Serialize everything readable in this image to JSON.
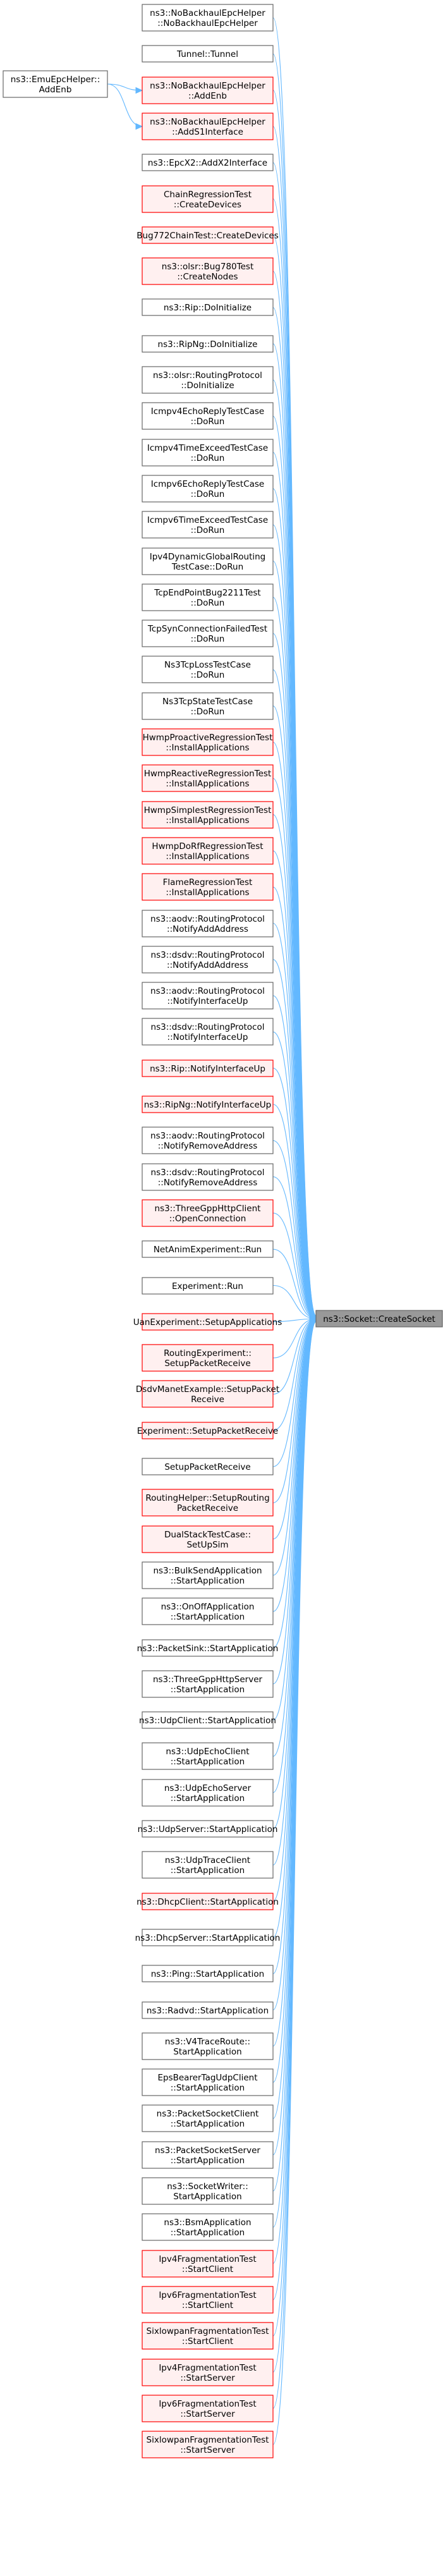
{
  "colors": {
    "edge": "#63b8ff",
    "border_normal": "#666666",
    "border_red": "#ff0000",
    "fill_normal": "#ffffff",
    "fill_red": "#fff0f0",
    "focus_fill": "#999999",
    "focus_border": "#666666",
    "text": "#000000"
  },
  "focus_node": {
    "lines": [
      "ns3::Socket::CreateSocket"
    ],
    "style": "focus",
    "icon": "node-box"
  },
  "side_node": {
    "lines": [
      "ns3::EmuEpcHelper::",
      "AddEnb"
    ],
    "style": "normal"
  },
  "callers": [
    {
      "lines": [
        "ns3::NoBackhaulEpcHelper",
        "::NoBackhaulEpcHelper"
      ],
      "style": "normal"
    },
    {
      "lines": [
        "Tunnel::Tunnel"
      ],
      "style": "normal"
    },
    {
      "lines": [
        "ns3::NoBackhaulEpcHelper",
        "::AddEnb"
      ],
      "style": "red"
    },
    {
      "lines": [
        "ns3::NoBackhaulEpcHelper",
        "::AddS1Interface"
      ],
      "style": "red"
    },
    {
      "lines": [
        "ns3::EpcX2::AddX2Interface"
      ],
      "style": "normal"
    },
    {
      "lines": [
        "ChainRegressionTest",
        "::CreateDevices"
      ],
      "style": "red"
    },
    {
      "lines": [
        "Bug772ChainTest::CreateDevices"
      ],
      "style": "red"
    },
    {
      "lines": [
        "ns3::olsr::Bug780Test",
        "::CreateNodes"
      ],
      "style": "red"
    },
    {
      "lines": [
        "ns3::Rip::DoInitialize"
      ],
      "style": "normal"
    },
    {
      "lines": [
        "ns3::RipNg::DoInitialize"
      ],
      "style": "normal"
    },
    {
      "lines": [
        "ns3::olsr::RoutingProtocol",
        "::DoInitialize"
      ],
      "style": "normal"
    },
    {
      "lines": [
        "Icmpv4EchoReplyTestCase",
        "::DoRun"
      ],
      "style": "normal"
    },
    {
      "lines": [
        "Icmpv4TimeExceedTestCase",
        "::DoRun"
      ],
      "style": "normal"
    },
    {
      "lines": [
        "Icmpv6EchoReplyTestCase",
        "::DoRun"
      ],
      "style": "normal"
    },
    {
      "lines": [
        "Icmpv6TimeExceedTestCase",
        "::DoRun"
      ],
      "style": "normal"
    },
    {
      "lines": [
        "Ipv4DynamicGlobalRouting",
        "TestCase::DoRun"
      ],
      "style": "normal"
    },
    {
      "lines": [
        "TcpEndPointBug2211Test",
        "::DoRun"
      ],
      "style": "normal"
    },
    {
      "lines": [
        "TcpSynConnectionFailedTest",
        "::DoRun"
      ],
      "style": "normal"
    },
    {
      "lines": [
        "Ns3TcpLossTestCase",
        "::DoRun"
      ],
      "style": "normal"
    },
    {
      "lines": [
        "Ns3TcpStateTestCase",
        "::DoRun"
      ],
      "style": "normal"
    },
    {
      "lines": [
        "HwmpProactiveRegressionTest",
        "::InstallApplications"
      ],
      "style": "red"
    },
    {
      "lines": [
        "HwmpReactiveRegressionTest",
        "::InstallApplications"
      ],
      "style": "red"
    },
    {
      "lines": [
        "HwmpSimplestRegressionTest",
        "::InstallApplications"
      ],
      "style": "red"
    },
    {
      "lines": [
        "HwmpDoRfRegressionTest",
        "::InstallApplications"
      ],
      "style": "red"
    },
    {
      "lines": [
        "FlameRegressionTest",
        "::InstallApplications"
      ],
      "style": "red"
    },
    {
      "lines": [
        "ns3::aodv::RoutingProtocol",
        "::NotifyAddAddress"
      ],
      "style": "normal"
    },
    {
      "lines": [
        "ns3::dsdv::RoutingProtocol",
        "::NotifyAddAddress"
      ],
      "style": "normal"
    },
    {
      "lines": [
        "ns3::aodv::RoutingProtocol",
        "::NotifyInterfaceUp"
      ],
      "style": "normal"
    },
    {
      "lines": [
        "ns3::dsdv::RoutingProtocol",
        "::NotifyInterfaceUp"
      ],
      "style": "normal"
    },
    {
      "lines": [
        "ns3::Rip::NotifyInterfaceUp"
      ],
      "style": "red"
    },
    {
      "lines": [
        "ns3::RipNg::NotifyInterfaceUp"
      ],
      "style": "red"
    },
    {
      "lines": [
        "ns3::aodv::RoutingProtocol",
        "::NotifyRemoveAddress"
      ],
      "style": "normal"
    },
    {
      "lines": [
        "ns3::dsdv::RoutingProtocol",
        "::NotifyRemoveAddress"
      ],
      "style": "normal"
    },
    {
      "lines": [
        "ns3::ThreeGppHttpClient",
        "::OpenConnection"
      ],
      "style": "red"
    },
    {
      "lines": [
        "NetAnimExperiment::Run"
      ],
      "style": "normal"
    },
    {
      "lines": [
        "Experiment::Run"
      ],
      "style": "normal"
    },
    {
      "lines": [
        "UanExperiment::SetupApplications"
      ],
      "style": "red"
    },
    {
      "lines": [
        "RoutingExperiment::",
        "SetupPacketReceive"
      ],
      "style": "red"
    },
    {
      "lines": [
        "DsdvManetExample::SetupPacket",
        "Receive"
      ],
      "style": "red"
    },
    {
      "lines": [
        "Experiment::SetupPacketReceive"
      ],
      "style": "red"
    },
    {
      "lines": [
        "SetupPacketReceive"
      ],
      "style": "normal"
    },
    {
      "lines": [
        "RoutingHelper::SetupRouting",
        "PacketReceive"
      ],
      "style": "red"
    },
    {
      "lines": [
        "DualStackTestCase::",
        "SetUpSim"
      ],
      "style": "red"
    },
    {
      "lines": [
        "ns3::BulkSendApplication",
        "::StartApplication"
      ],
      "style": "normal"
    },
    {
      "lines": [
        "ns3::OnOffApplication",
        "::StartApplication"
      ],
      "style": "normal"
    },
    {
      "lines": [
        "ns3::PacketSink::StartApplication"
      ],
      "style": "normal"
    },
    {
      "lines": [
        "ns3::ThreeGppHttpServer",
        "::StartApplication"
      ],
      "style": "normal"
    },
    {
      "lines": [
        "ns3::UdpClient::StartApplication"
      ],
      "style": "normal"
    },
    {
      "lines": [
        "ns3::UdpEchoClient",
        "::StartApplication"
      ],
      "style": "normal"
    },
    {
      "lines": [
        "ns3::UdpEchoServer",
        "::StartApplication"
      ],
      "style": "normal"
    },
    {
      "lines": [
        "ns3::UdpServer::StartApplication"
      ],
      "style": "normal"
    },
    {
      "lines": [
        "ns3::UdpTraceClient",
        "::StartApplication"
      ],
      "style": "normal"
    },
    {
      "lines": [
        "ns3::DhcpClient::StartApplication"
      ],
      "style": "red"
    },
    {
      "lines": [
        "ns3::DhcpServer::StartApplication"
      ],
      "style": "normal"
    },
    {
      "lines": [
        "ns3::Ping::StartApplication"
      ],
      "style": "normal"
    },
    {
      "lines": [
        "ns3::Radvd::StartApplication"
      ],
      "style": "normal"
    },
    {
      "lines": [
        "ns3::V4TraceRoute::",
        "StartApplication"
      ],
      "style": "normal"
    },
    {
      "lines": [
        "EpsBearerTagUdpClient",
        "::StartApplication"
      ],
      "style": "normal"
    },
    {
      "lines": [
        "ns3::PacketSocketClient",
        "::StartApplication"
      ],
      "style": "normal"
    },
    {
      "lines": [
        "ns3::PacketSocketServer",
        "::StartApplication"
      ],
      "style": "normal"
    },
    {
      "lines": [
        "ns3::SocketWriter::",
        "StartApplication"
      ],
      "style": "normal"
    },
    {
      "lines": [
        "ns3::BsmApplication",
        "::StartApplication"
      ],
      "style": "normal"
    },
    {
      "lines": [
        "Ipv4FragmentationTest",
        "::StartClient"
      ],
      "style": "red"
    },
    {
      "lines": [
        "Ipv6FragmentationTest",
        "::StartClient"
      ],
      "style": "red"
    },
    {
      "lines": [
        "SixlowpanFragmentationTest",
        "::StartClient"
      ],
      "style": "red"
    },
    {
      "lines": [
        "Ipv4FragmentationTest",
        "::StartServer"
      ],
      "style": "red"
    },
    {
      "lines": [
        "Ipv6FragmentationTest",
        "::StartServer"
      ],
      "style": "red"
    },
    {
      "lines": [
        "SixlowpanFragmentationTest",
        "::StartServer"
      ],
      "style": "red"
    }
  ]
}
